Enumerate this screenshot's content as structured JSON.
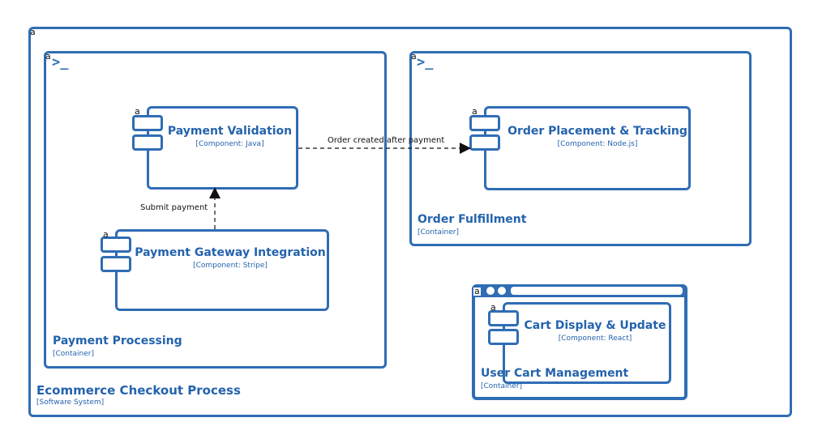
{
  "system": {
    "name": "Ecommerce Checkout Process",
    "type": "[Software System]",
    "marker": "a"
  },
  "containers": {
    "payment_processing": {
      "name": "Payment Processing",
      "type": "[Container]",
      "marker": "a",
      "icon": ">_"
    },
    "order_fulfillment": {
      "name": "Order Fulfillment",
      "type": "[Container]",
      "marker": "a",
      "icon": ">_"
    },
    "user_cart_management": {
      "name": "User Cart Management",
      "type": "[Container]",
      "marker": "a"
    }
  },
  "components": {
    "payment_validation": {
      "name": "Payment Validation",
      "type": "[Component: Java]",
      "marker": "a"
    },
    "payment_gateway": {
      "name": "Payment Gateway Integration",
      "type": "[Component: Stripe]",
      "marker": "a"
    },
    "order_placement": {
      "name": "Order Placement & Tracking",
      "type": "[Component: Node.js]",
      "marker": "a"
    },
    "cart_display": {
      "name": "Cart Display & Update",
      "type": "[Component: React]",
      "marker": "a"
    }
  },
  "relationships": {
    "submit_payment": "Submit payment",
    "order_created": "Order created after payment"
  },
  "colors": {
    "accent": "#2f6db5",
    "text": "#2463ad"
  }
}
